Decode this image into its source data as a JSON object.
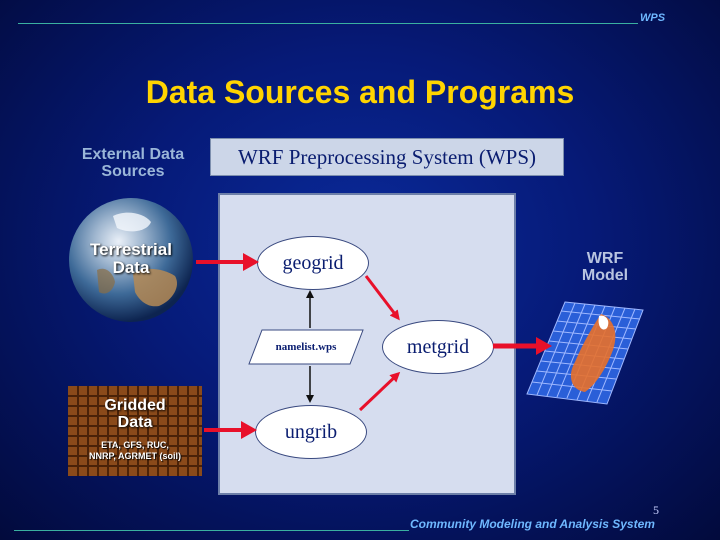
{
  "header": {
    "tag": "WPS"
  },
  "title": "Data Sources and Programs",
  "external": {
    "label_line1": "External  Data",
    "label_line2": "Sources"
  },
  "wps": {
    "label": "WRF Preprocessing System (WPS)"
  },
  "nodes": {
    "geogrid": "geogrid",
    "metgrid": "metgrid",
    "ungrib": "ungrib",
    "namelist": "namelist.wps"
  },
  "terrestrial": {
    "line1": "Terrestrial",
    "line2": "Data"
  },
  "gridded": {
    "line1": "Gridded",
    "line2": "Data",
    "sub1": "ETA, GFS, RUC,",
    "sub2": "NNRP, AGRMET (soil)"
  },
  "wrf": {
    "line1": "WRF",
    "line2": "Model"
  },
  "footer": {
    "page": "5",
    "tag": "Community Modeling and Analysis System"
  },
  "colors": {
    "title": "#ffd400",
    "arrow": "#e8102a",
    "background": "#061a78",
    "wps_box": "#d6ddef"
  }
}
